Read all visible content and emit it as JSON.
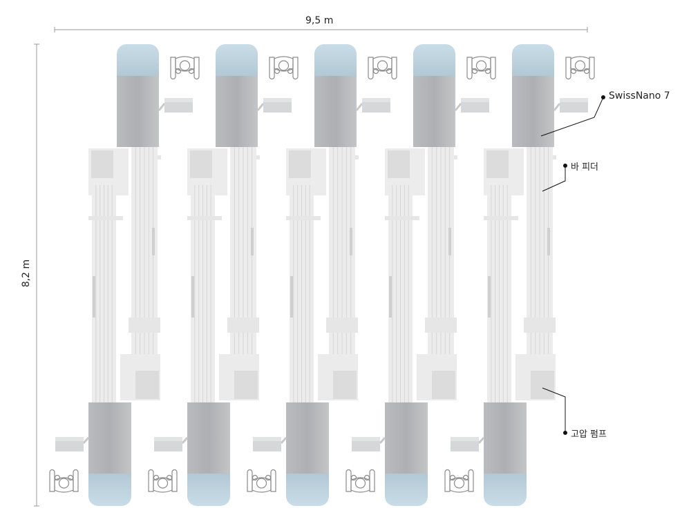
{
  "dimensions": {
    "width_label": "9,5 m",
    "height_label": "8,2 m"
  },
  "module_count": 5,
  "labels": {
    "machine": "SwissNano 7",
    "bar_feeder": "바 피더",
    "pump": "고압 펌프"
  },
  "colors": {
    "machine": "#b1b3b6",
    "glass": "#c7dbe5",
    "feeder": "#ececec",
    "feeder_dark": "#dcdcdc",
    "leader": "#111111"
  }
}
